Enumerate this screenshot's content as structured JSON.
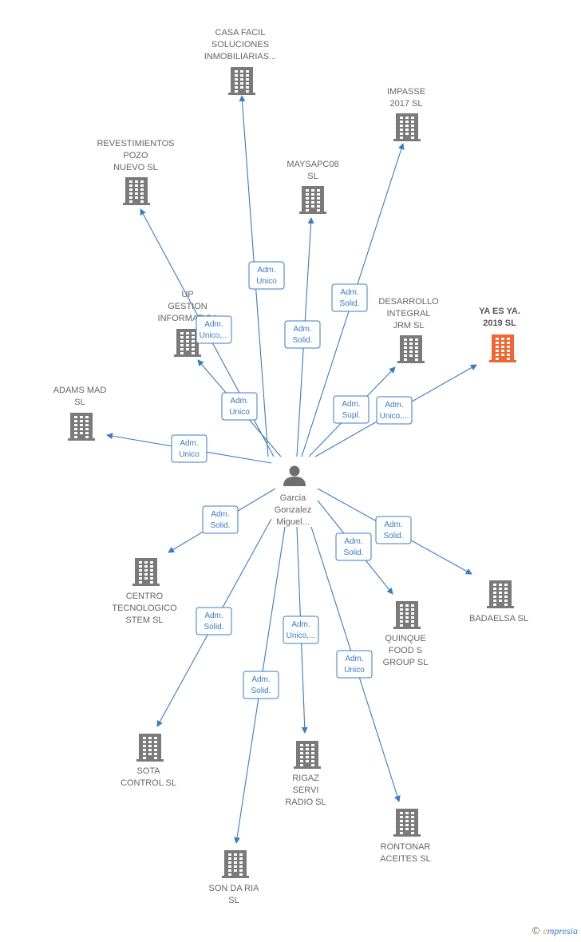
{
  "center_person": {
    "name_lines": [
      "Garcia",
      "Gonzalez",
      "Miguel..."
    ],
    "icon": "person-icon"
  },
  "companies": [
    {
      "id": "casa-facil",
      "lines": [
        "CASA FACIL",
        "SOLUCIONES",
        "INMOBILIARIAS..."
      ],
      "role_lines": [
        "Adm.",
        "Unico"
      ],
      "highlight": false
    },
    {
      "id": "impasse",
      "lines": [
        "IMPASSE",
        "2017  SL"
      ],
      "role_lines": [
        "Adm.",
        "Solid."
      ],
      "highlight": false
    },
    {
      "id": "revestimientos",
      "lines": [
        "REVESTIMIENTOS",
        "POZO",
        "NUEVO SL"
      ],
      "role_lines": [
        "Adm.",
        "Unico,..."
      ],
      "highlight": false
    },
    {
      "id": "maysapc08",
      "lines": [
        "MAYSAPC08",
        "SL"
      ],
      "role_lines": [
        "Adm.",
        "Solid."
      ],
      "highlight": false
    },
    {
      "id": "up-gestion",
      "lines": [
        "UP",
        "GESTION",
        "INFORMATICA"
      ],
      "role_lines": [
        "Adm.",
        "Unico"
      ],
      "highlight": false
    },
    {
      "id": "desarrollo",
      "lines": [
        "DESARROLLO",
        "INTEGRAL",
        "JRM  SL"
      ],
      "role_lines": [
        "Adm.",
        "Supl."
      ],
      "highlight": false
    },
    {
      "id": "ya-es-ya",
      "lines": [
        "YA ES YA.",
        "2019  SL"
      ],
      "role_lines": [
        "Adm.",
        "Unico,..."
      ],
      "highlight": true
    },
    {
      "id": "adams-mad",
      "lines": [
        "ADAMS MAD",
        "SL"
      ],
      "role_lines": [
        "Adm.",
        "Unico"
      ],
      "highlight": false
    },
    {
      "id": "centro-tecnologico",
      "lines": [
        "CENTRO",
        "TECNOLOGICO",
        "STEM  SL"
      ],
      "role_lines": [
        "Adm.",
        "Solid."
      ],
      "highlight": false
    },
    {
      "id": "quinque",
      "lines": [
        "QUINQUE",
        "FOOD S",
        "GROUP  SL"
      ],
      "role_lines": [
        "Adm.",
        "Solid."
      ],
      "highlight": false
    },
    {
      "id": "badaelsa",
      "lines": [
        "BADAELSA  SL"
      ],
      "role_lines": [
        "Adm.",
        "Solid."
      ],
      "highlight": false
    },
    {
      "id": "sota",
      "lines": [
        "SOTA",
        "CONTROL  SL"
      ],
      "role_lines": [
        "Adm.",
        "Solid."
      ],
      "highlight": false
    },
    {
      "id": "rigaz",
      "lines": [
        "RIGAZ",
        "SERVI",
        "RADIO SL"
      ],
      "role_lines": [
        "Adm.",
        "Unico,..."
      ],
      "highlight": false
    },
    {
      "id": "rontonar",
      "lines": [
        "RONTONAR",
        "ACEITES  SL"
      ],
      "role_lines": [
        "Adm.",
        "Unico"
      ],
      "highlight": false
    },
    {
      "id": "son-da-ria",
      "lines": [
        "SON DA RIA",
        "SL"
      ],
      "role_lines": [
        "Adm.",
        "Solid."
      ],
      "highlight": false
    }
  ],
  "colors": {
    "edge": "#3a7bc8",
    "building": "#7a7a7a",
    "building_highlight": "#f26430",
    "person": "#6e6e6e"
  },
  "footer": {
    "copyright": "©",
    "brand_first": "e",
    "brand_rest": "mpresia"
  }
}
